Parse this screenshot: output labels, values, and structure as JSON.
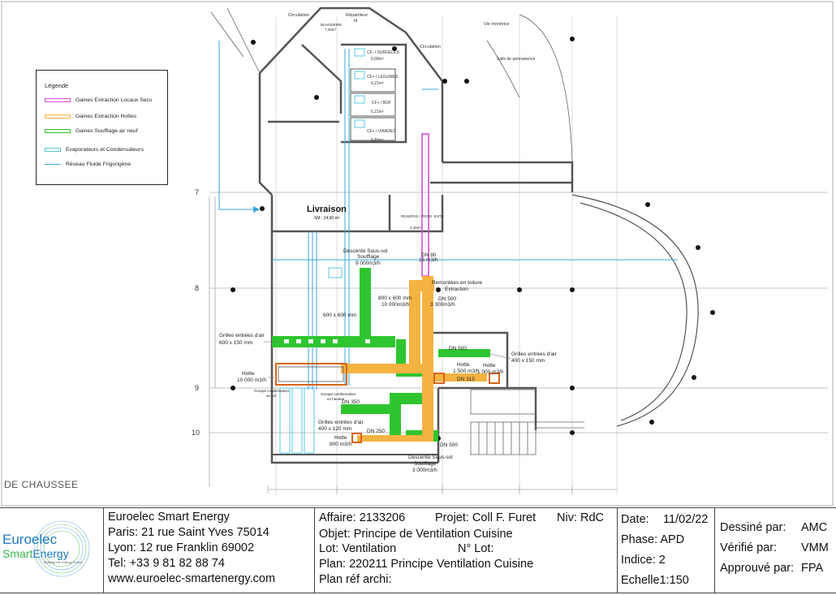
{
  "plan": {
    "legend": {
      "title": "Légende",
      "items": [
        {
          "label": "Gaines Extraction Locaux Secs",
          "color": "#d44fd4",
          "kind": "outline"
        },
        {
          "label": "Gaines Extraction Hottes",
          "color": "#f5b342",
          "kind": "outline"
        },
        {
          "label": "Gaines Soufflage air neuf",
          "color": "#2fc52f",
          "kind": "outline"
        },
        {
          "label": "Evaporateurs et Condensateurs",
          "color": "#58c8e0",
          "kind": "outline"
        },
        {
          "label": "Réseau Fluide Frigorigène",
          "color": "#3aa7d8",
          "kind": "line"
        }
      ]
    },
    "rooms": {
      "circulation_top": "Circulation",
      "repartiteur": "Répartiteur",
      "repartiteur_sub": "bt",
      "buanderie": "BUANDERIE",
      "buanderie_area": "7,09m²",
      "circulation_mid": "Circulation",
      "vie_monitrice": "Vie monitrice",
      "salle_permanence": "Salle de permanence",
      "cf_surgeles": "CF- / SURGELES",
      "cf_surgeles_area": "6,68m²",
      "cf_legumes": "CF+ / LEGUMES",
      "cf_legumes_area": "6,21m²",
      "cf_bof": "CF+ / BOF",
      "cf_bof_area": "6,21m²",
      "cf_viandes": "CF+ / VIANDES",
      "cf_viandes_area": "6,84m²",
      "livraison": "Livraison",
      "livraison_area": "SM : 24,60 m²",
      "reserve": "RESERVE / PROD. ENTR",
      "reserve_area": "4,48m²",
      "chaussee": "DE CHAUSSEE"
    },
    "annotations": {
      "descente_1": "Descente Sous-sol",
      "descente_1b": "Soufflage",
      "descente_1c": "9 000m3/h",
      "dn80": "DN 80",
      "dn80b": "15 m3/h",
      "remontees": "Remontées en toiture",
      "remontees_b": "Extraction",
      "duct_800": "800 x 600 mm",
      "duct_800b": "10 000m3/h",
      "dn500a": "DN 500",
      "dn500a_b": "3 300m3/h",
      "duct_600": "600 x 600 mm",
      "grilles_l": "Grilles entrées d'air",
      "grilles_l_b": "600 x 150 mm",
      "grilles_r": "Grilles entrées d'air",
      "grilles_r_b": "400 x 150 mm",
      "dn500b": "DN 500",
      "hotte_l": "Hotte",
      "hotte_l_b": "10 000 m3/h",
      "hotte_r": "Hotte",
      "hotte_r_b": "1 500 m3/h",
      "hotte_r2": "Hotte",
      "hotte_r2_b": "1 000 m3/h",
      "dn315": "DN 315",
      "groupe": "Groupe condensation",
      "groupe_b": "au sol",
      "groupe2": "Groupe condensation",
      "groupe2_b": "en hauteur",
      "dn350": "DN 350",
      "grilles_b": "Grilles entrées d'air",
      "grilles_b_b": "400 x 120 mm",
      "dn250": "DN 250",
      "hotte_b": "Hotte",
      "hotte_b_b": "800 m3/h",
      "dn500c": "DN 500",
      "descente_2": "Descente Sous-sol",
      "descente_2b": "Soufflage",
      "descente_2c": "3 000m3/h"
    },
    "axes": [
      "7",
      "8",
      "9",
      "10"
    ]
  },
  "cartouche": {
    "logo": {
      "line1": "Euro",
      "line1b": "elec",
      "line2a": "Smart",
      "line2b": "Energy",
      "tagline": "Building the Energy Future"
    },
    "company": {
      "name": "Euroelec Smart Energy",
      "paris": "Paris: 21 rue Saint Yves 75014",
      "lyon": "Lyon: 12 rue Franklin 69002",
      "tel": "Tel: +33 9 81 82 88 74",
      "web": "www.euroelec-smartenergy.com"
    },
    "project": {
      "affaire": "Affaire: 2133206",
      "projet": "Projet: Coll F. Furet",
      "niv": "Niv: RdC",
      "objet": "Objet: Principe de Ventilation Cuisine",
      "lot": "Lot:  Ventilation",
      "nlot": "N° Lot:",
      "plan": "Plan: 220211 Principe Ventilation Cuisine",
      "plan_ref": "Plan réf archi:"
    },
    "meta": {
      "date_label": "Date:",
      "date": "11/02/22",
      "phase": "Phase: APD",
      "indice": "Indice: 2",
      "echelle": "Echelle1:150"
    },
    "signoff": {
      "dessine_label": "Dessiné par:",
      "dessine": "AMC",
      "verifie_label": "Vérifié par:",
      "verifie": "VMM",
      "approuve_label": "Approuvé par:",
      "approuve": "FPA"
    }
  }
}
